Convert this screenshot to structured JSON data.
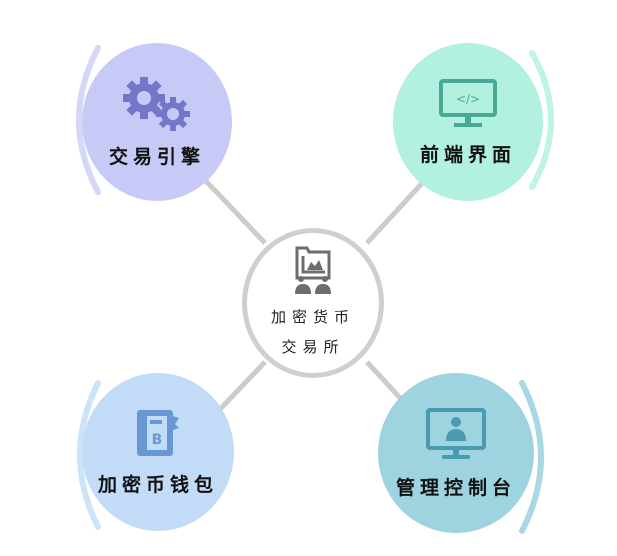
{
  "diagram": {
    "center": {
      "label_line1": "加密货币",
      "label_line2": "交易所",
      "icon": "exchange-folder-users-icon",
      "border_color": "#cfcfcf"
    },
    "nodes": [
      {
        "id": "trading-engine",
        "label": "交易引擎",
        "icon": "gears-icon",
        "fill": "#c7caf7",
        "icon_color": "#7376c9",
        "arc_color": "#d5d7f8",
        "position": "top-left"
      },
      {
        "id": "frontend",
        "label": "前端界面",
        "icon": "monitor-code-icon",
        "fill": "#b2f0e0",
        "icon_color": "#4aa896",
        "arc_color": "#bff3e5",
        "position": "top-right"
      },
      {
        "id": "crypto-wallet",
        "label": "加密币钱包",
        "icon": "bitcoin-wallet-icon",
        "fill": "#c2dcf8",
        "icon_color": "#6a98d4",
        "arc_color": "#cde3f8",
        "position": "bottom-left"
      },
      {
        "id": "admin-console",
        "label": "管理控制台",
        "icon": "monitor-user-icon",
        "fill": "#9ed3e0",
        "icon_color": "#4a9bb2",
        "arc_color": "#a8d8e3",
        "position": "bottom-right"
      }
    ],
    "connector_color": "#cccccc"
  }
}
